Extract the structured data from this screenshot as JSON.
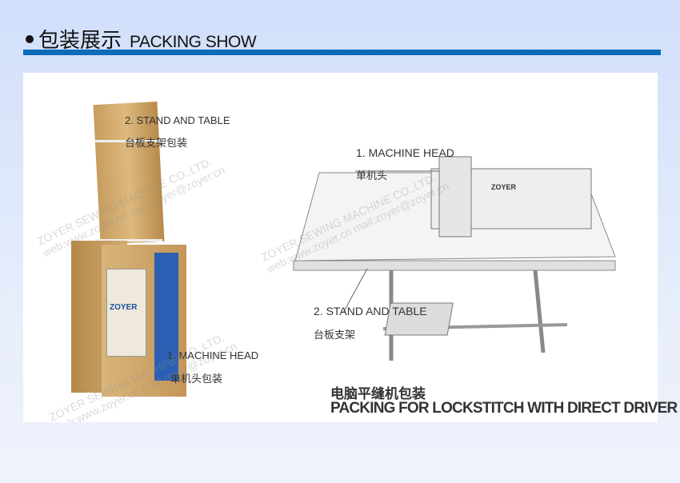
{
  "header": {
    "title_cn": "包装展示",
    "title_en": "PACKING SHOW"
  },
  "left_photo": {
    "stand_label": "2. STAND AND TABLE",
    "stand_label_cn": "台板支架包装",
    "head_label": "1. MACHINE HEAD",
    "head_label_cn": "单机头包装",
    "box_brand": "ZOYER"
  },
  "right_photo": {
    "head_label": "1. MACHINE HEAD",
    "head_label_cn": "单机头",
    "stand_label": "2. STAND AND TABLE",
    "stand_label_cn": "台板支架",
    "machine_brand": "ZOYER",
    "caption_cn": "电脑平缝机包装",
    "caption_en": "PACKING FOR LOCKSTITCH WITH DIRECT DRIVER"
  },
  "watermark": {
    "company": "ZOYER SEWING MACHINE CO.,LTD.",
    "web": "web:www.zoyer.cn",
    "mail": "mail:zoyer@zoyer.cn"
  },
  "colors": {
    "accent_bar": "#0b6cbb",
    "background": "#d1dffb"
  }
}
